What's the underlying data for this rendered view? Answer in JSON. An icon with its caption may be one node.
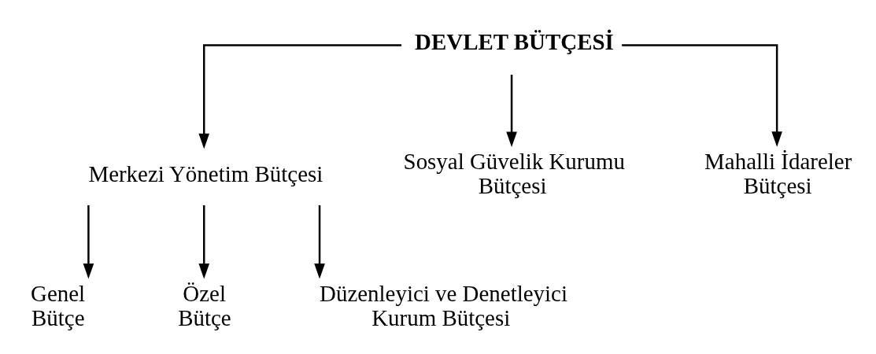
{
  "diagram": {
    "nodes": [
      {
        "text": [
          "DEVLET BÜTÇESİ"
        ]
      },
      {
        "text": [
          "Merkezi Yönetim Bütçesi"
        ]
      },
      {
        "text": [
          "Sosyal Güvelik Kurumu Bütçesi"
        ]
      },
      {
        "text": [
          "Mahalli İdareler Bütçesi"
        ]
      },
      {
        "text": [
          "Genel Bütçe"
        ]
      },
      {
        "text": [
          "Özel Bütçe"
        ]
      },
      {
        "text": [
          "Düzenleyici ve Denetleyici Kurum Bütçesi"
        ]
      }
    ],
    "edges": [
      {
        "from": 0,
        "to": 1,
        "arrow": "to"
      },
      {
        "from": 0,
        "to": 2,
        "arrow": "to"
      },
      {
        "from": 0,
        "to": 3,
        "arrow": "to"
      },
      {
        "from": 1,
        "to": 4,
        "arrow": "to"
      },
      {
        "from": 1,
        "to": 5,
        "arrow": "to"
      },
      {
        "from": 1,
        "to": 6,
        "arrow": "to"
      }
    ]
  }
}
